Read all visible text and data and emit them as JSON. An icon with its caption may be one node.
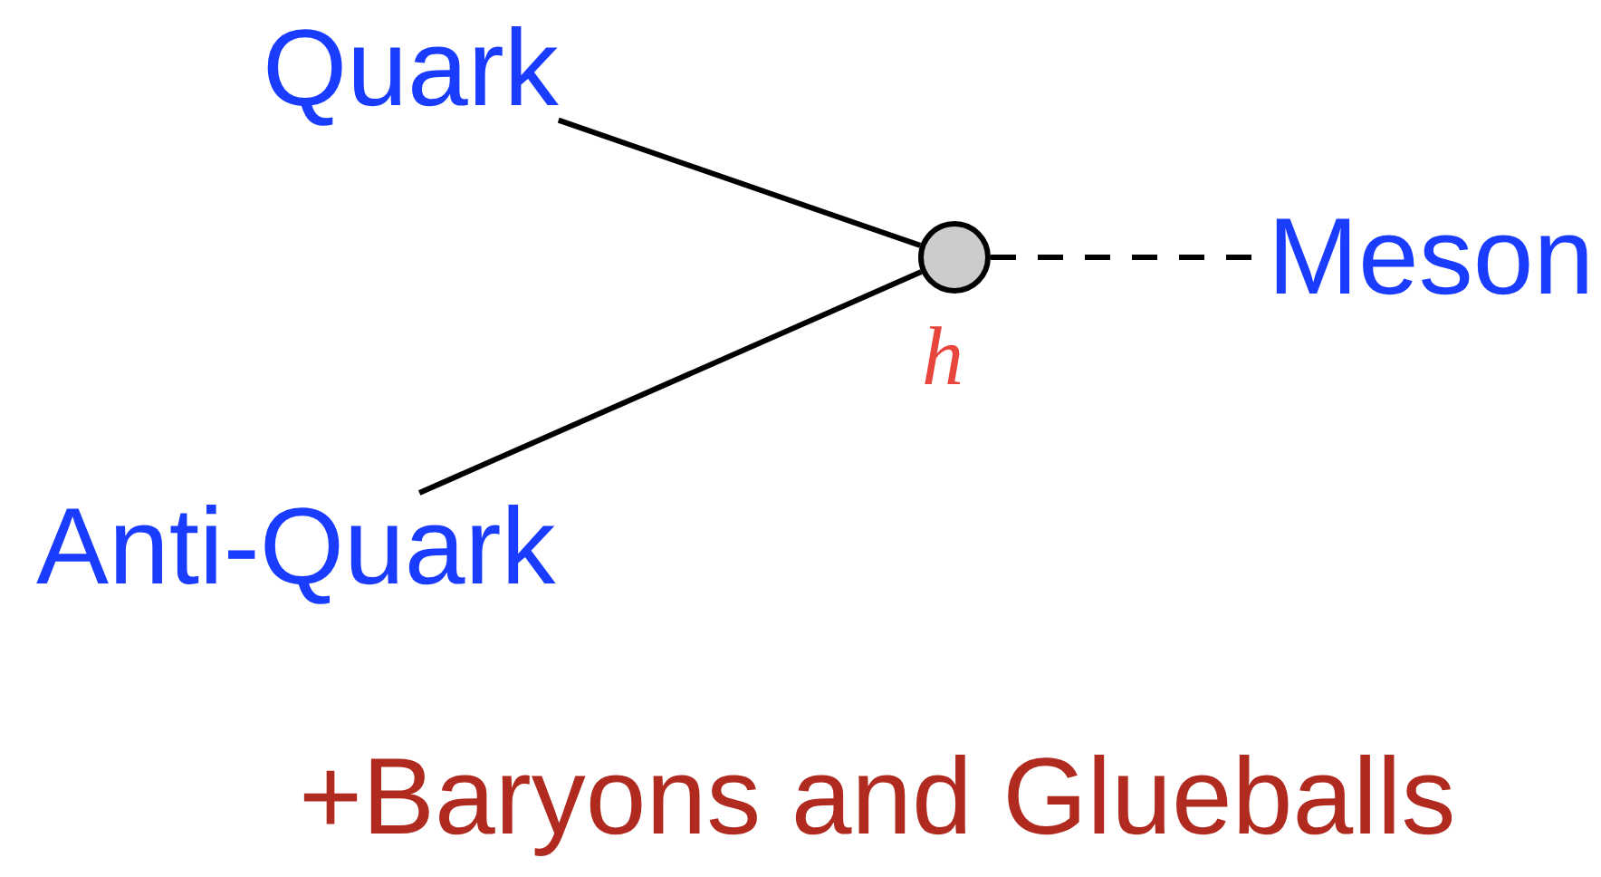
{
  "diagram": {
    "nodes": [
      {
        "text": [
          "Quark"
        ]
      },
      {
        "text": [
          "Anti-Quark"
        ]
      },
      {
        "text": [],
        "shape": "circle",
        "beside": [
          "h"
        ]
      },
      {
        "text": [
          "Meson"
        ]
      }
    ],
    "edges": [
      {
        "from": 0,
        "to": 2,
        "arrow": "none"
      },
      {
        "from": 1,
        "to": 2,
        "arrow": "none"
      },
      {
        "from": 2,
        "to": 3,
        "arrow": "none",
        "style": "dashed"
      }
    ],
    "labels": [
      "+Baryons and Glueballs"
    ]
  }
}
